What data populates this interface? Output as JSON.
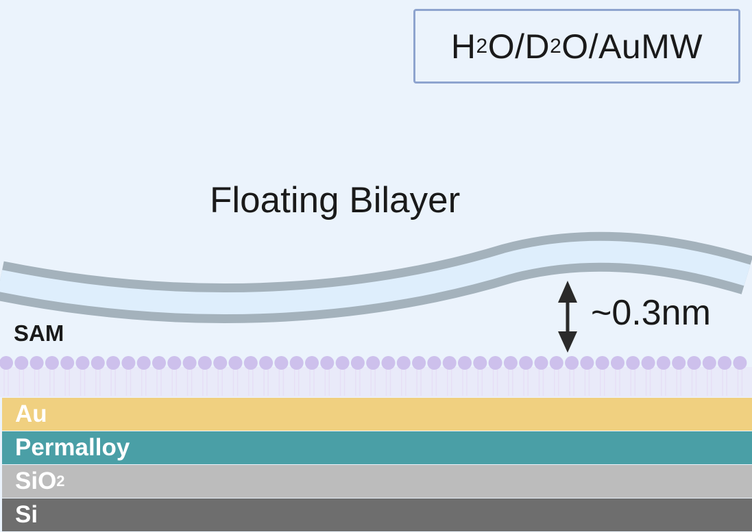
{
  "medium_box": {
    "prefix": "H",
    "sub1": "2",
    "mid": "O/D",
    "sub2": "2",
    "suffix": "O/AuMW"
  },
  "labels": {
    "bilayer": "Floating Bilayer",
    "gap": "~0.3nm",
    "sam": "SAM"
  },
  "layers": [
    {
      "name": "Au",
      "sub": "",
      "color": "#f0d080"
    },
    {
      "name": "Permalloy",
      "sub": "",
      "color": "#4a9fa6"
    },
    {
      "name": "SiO",
      "sub": "2",
      "color": "#bcbcbc"
    },
    {
      "name": "Si",
      "sub": "",
      "color": "#6e6e6e"
    }
  ],
  "colors": {
    "background": "#ebf3fc",
    "bilayer_outline": "#a4b2bc",
    "bilayer_core": "#deeefc",
    "sam_head": "#cdc0ec",
    "sam_tail": "#e6dff6",
    "arrow": "#2a2a2a",
    "box_border": "#8ea4cf"
  }
}
